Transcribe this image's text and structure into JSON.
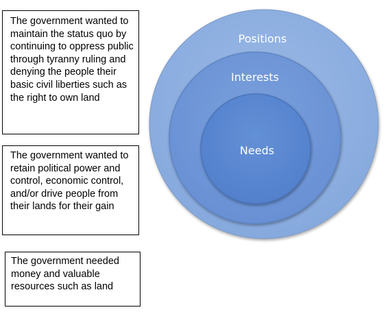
{
  "boxes": {
    "positions_text": "The government wanted to maintain the status quo by continuing to oppress public through tyranny ruling and denying the people their basic civil liberties such as the right to own land",
    "interests_text": "The government wanted to retain political power and control, economic control, and/or drive people from their lands for their gain",
    "needs_text": "The government needed money and valuable resources such as land"
  },
  "diagram": {
    "outer_label": "Positions",
    "middle_label": "Interests",
    "inner_label": "Needs"
  },
  "colors": {
    "outer_fill": "#8aaee0",
    "middle_fill": "#6f97d8",
    "inner_fill": "#5a87d0",
    "outline": "#7f9ac4"
  }
}
